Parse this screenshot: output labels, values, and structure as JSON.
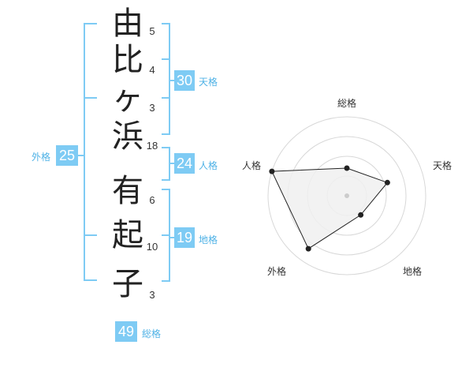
{
  "name": {
    "characters": [
      {
        "char": "由",
        "strokes": "5"
      },
      {
        "char": "比",
        "strokes": "4"
      },
      {
        "char": "ヶ",
        "strokes": "3"
      },
      {
        "char": "浜",
        "strokes": "18"
      },
      {
        "char": "有",
        "strokes": "6"
      },
      {
        "char": "起",
        "strokes": "10"
      },
      {
        "char": "子",
        "strokes": "3"
      }
    ]
  },
  "fortunes": {
    "tenkaku": {
      "value": "30",
      "label": "天格"
    },
    "jinkaku": {
      "value": "24",
      "label": "人格"
    },
    "chikaku": {
      "value": "19",
      "label": "地格"
    },
    "gaikaku": {
      "value": "25",
      "label": "外格"
    },
    "soukaku": {
      "value": "49",
      "label": "総格"
    }
  },
  "colors": {
    "accent": "#7ecbf4",
    "accent_text": "#4fb2e6",
    "radar_fill": "#f0f0f0",
    "radar_stroke": "#222222",
    "ring": "#d8d8d8"
  },
  "chart_data": {
    "type": "radar",
    "categories": [
      "総格",
      "天格",
      "地格",
      "外格",
      "人格"
    ],
    "values": [
      0.35,
      0.54,
      0.3,
      0.83,
      1.0
    ],
    "rings": 4,
    "grid": true
  }
}
